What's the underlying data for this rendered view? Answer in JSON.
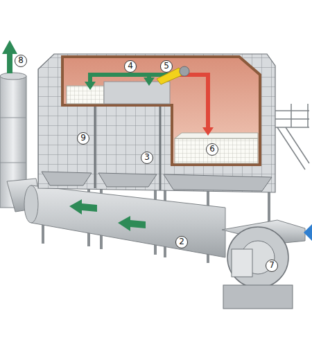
{
  "diagram": {
    "labels": [
      "8",
      "4",
      "5",
      "9",
      "3",
      "6",
      "2",
      "7"
    ]
  }
}
